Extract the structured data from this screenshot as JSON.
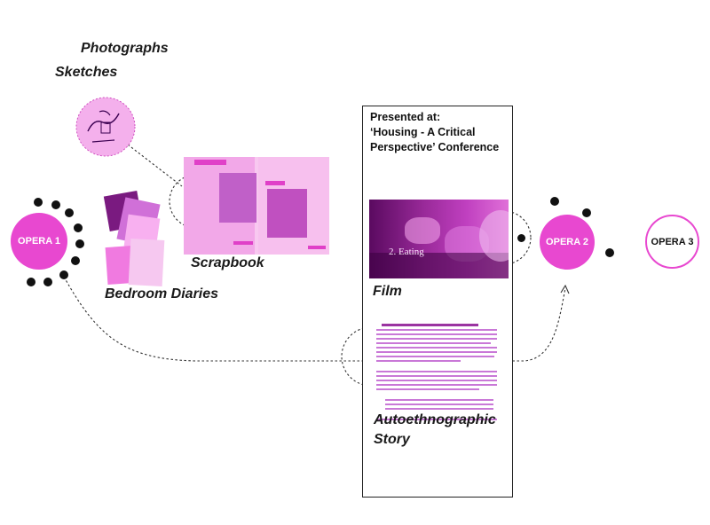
{
  "labels": {
    "photographs": "Photographs",
    "sketches": "Sketches",
    "scrapbook": "Scrapbook",
    "bedroom_diaries": "Bedroom Diaries",
    "film": "Film",
    "autoethnographic_story_line1": "Autoethnographic",
    "autoethnographic_story_line2": "Story"
  },
  "nodes": {
    "opera1": "OPERA 1",
    "opera2": "OPERA 2",
    "opera3": "OPERA 3"
  },
  "panel": {
    "line1": "Presented at:",
    "line2": "‘Housing -  A Critical",
    "line3": "Perspective’ Conference"
  },
  "film": {
    "caption": "2. Eating"
  },
  "colors": {
    "magenta": "#e040c8",
    "magenta_light": "#f4b0ec",
    "dark": "#111111"
  }
}
